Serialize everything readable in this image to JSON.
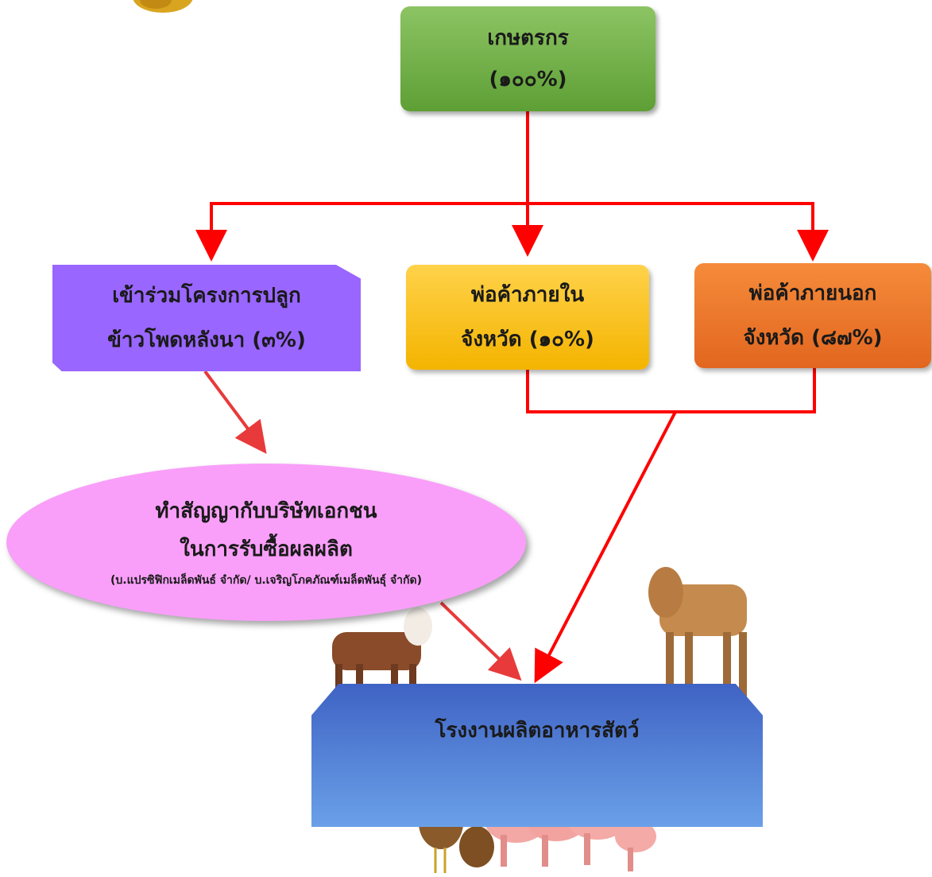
{
  "nodes": {
    "farmers": {
      "line1": "เกษตรกร",
      "line2": "(๑๐๐%)"
    },
    "project": {
      "line1": "เข้าร่วมโครงการปลูก",
      "line2": "ข้าวโพดหลังนา (๓%)"
    },
    "local_traders": {
      "line1": "พ่อค้าภายใน",
      "line2": "จังหวัด (๑๐%)"
    },
    "outside_traders": {
      "line1": "พ่อค้าภายนอก",
      "line2": "จังหวัด (๘๗%)"
    },
    "contract": {
      "line1": "ทำสัญญากับบริษัทเอกชน",
      "line2": "ในการรับซื้อผลผลิต",
      "note": "(บ.แปรซิฟิกเมล็ดพันธ์ จำกัด/ บ.เจริญโภคภัณฑ์เมล็ดพันธุ์ จำกัด)"
    },
    "factory": {
      "label": "โรงงานผลิตอาหารสัตว์"
    }
  },
  "colors": {
    "farmers": "#6aab3f",
    "project": "#9966ff",
    "local_traders": "#f9c20a",
    "outside_traders": "#ec7428",
    "contract": "#f99ff9",
    "factory": "#4a76d4",
    "connector": "#ff0000",
    "arrow": "#e83a3a"
  },
  "illustrations": [
    "goat",
    "chicken",
    "pig",
    "cow"
  ]
}
